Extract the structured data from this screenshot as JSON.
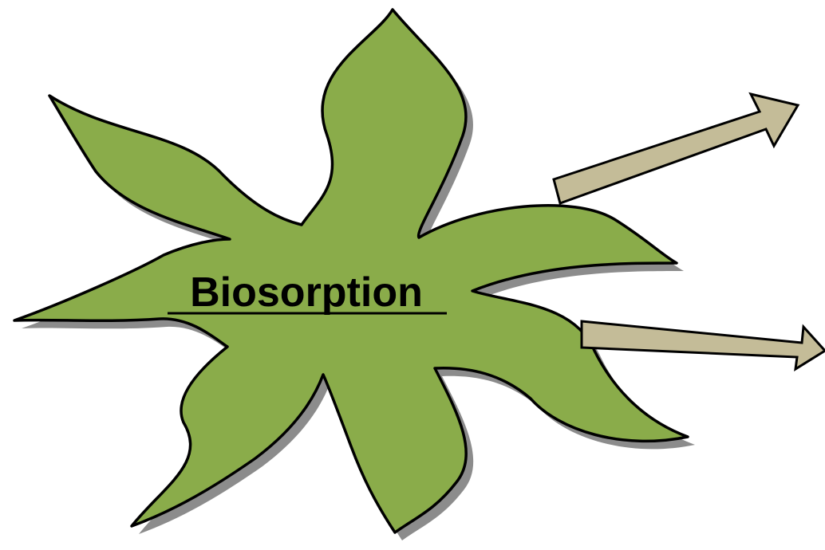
{
  "center_label": "Biosorption",
  "colors": {
    "shape_fill": "#8aac4a",
    "shape_stroke": "#000000",
    "shadow": "#8c8c8c",
    "arrow_fill": "#c4bc98",
    "arrow_stroke": "#000000",
    "background": "#ffffff"
  },
  "arrows": [
    {
      "name": "upper-arrow",
      "direction": "up-right"
    },
    {
      "name": "lower-arrow",
      "direction": "right"
    }
  ]
}
